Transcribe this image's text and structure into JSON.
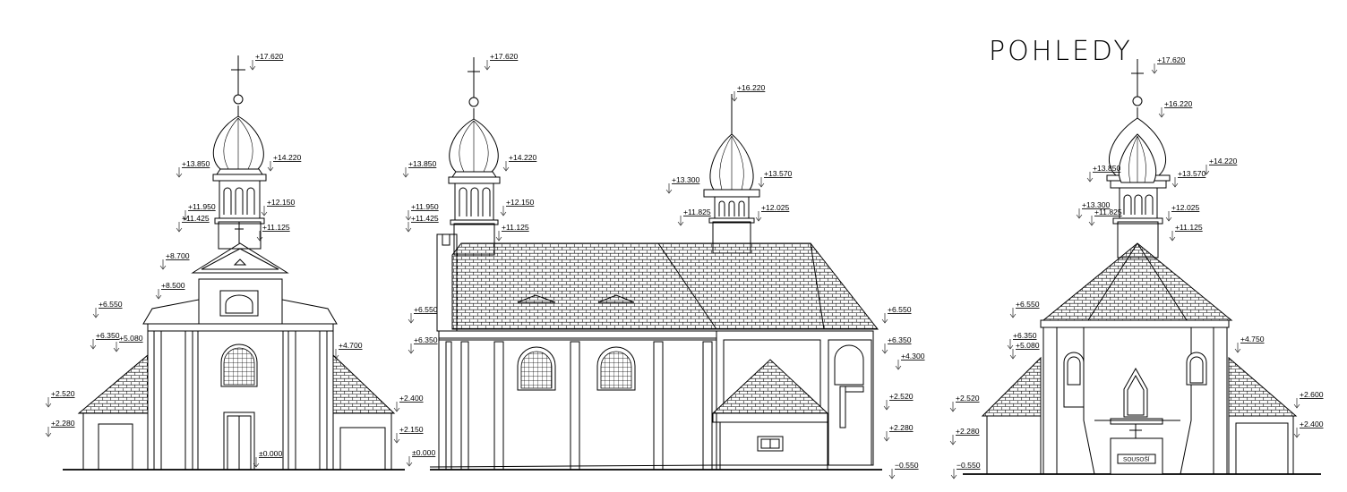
{
  "drawing_title": "POHLEDY",
  "plaque_label": "SOUSOŠÍ",
  "front_elevation": {
    "levels": [
      "+17.620",
      "+14.220",
      "+13.850",
      "+12.150",
      "+11.950",
      "+11.425",
      "+11.125",
      "+8.700",
      "+8.500",
      "+6.550",
      "+6.350",
      "+5.080",
      "+4.700",
      "+2.520",
      "+2.280",
      "+2.400",
      "+2.150",
      "±0.000"
    ]
  },
  "side_elevation": {
    "levels": [
      "+17.620",
      "+13.850",
      "+14.220",
      "+11.950",
      "+11.425",
      "+12.150",
      "+11.125",
      "+16.220",
      "+13.570",
      "+13.300",
      "+11.825",
      "+12.025",
      "+6.550",
      "+6.350",
      "±0.000",
      "+6.550",
      "+6.350",
      "+4.300",
      "+2.520",
      "+2.280",
      "−0.550"
    ]
  },
  "rear_elevation": {
    "levels": [
      "+17.620",
      "+16.220",
      "+14.220",
      "+13.850",
      "+13.570",
      "+13.300",
      "+11.825",
      "+12.025",
      "+11.125",
      "+6.550",
      "+6.350",
      "+5.080",
      "+4.750",
      "+2.520",
      "+2.280",
      "+2.600",
      "+2.400",
      "−0.550"
    ]
  }
}
